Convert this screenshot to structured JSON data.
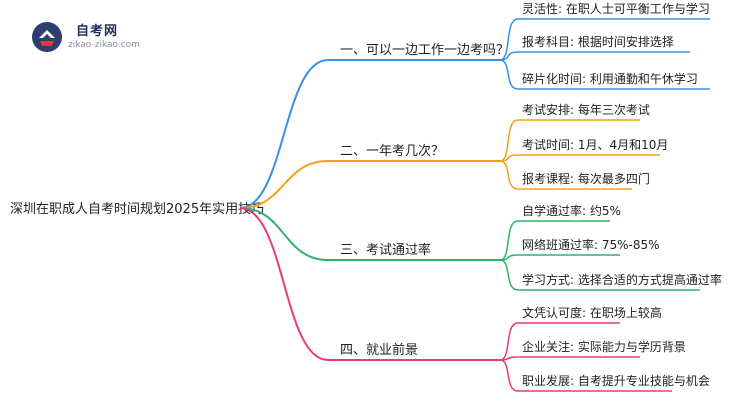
{
  "logo": {
    "name": "自考网",
    "domain": "zikao-zikao.com",
    "colors": {
      "mark_dark": "#2e3e6e",
      "mark_red": "#e03a3a",
      "text": "#1f2f5c",
      "sub": "#8a8f9c"
    }
  },
  "mindmap": {
    "root": "深圳在职成人自考时间规划2025年实用技巧",
    "root_color": "#222222",
    "text_color": "#222222",
    "branches": [
      {
        "label": "一、可以一边工作一边考吗？",
        "color": "#3b8fe0",
        "children": [
          "灵活性: 在职人士可平衡工作与学习",
          "报考科目: 根据时间安排选择",
          "碎片化时间: 利用通勤和午休学习"
        ]
      },
      {
        "label": "二、一年考几次？",
        "color": "#f0a21c",
        "children": [
          "考试安排: 每年三次考试",
          "考试时间: 1月、4月和10月",
          "报考课程: 每次最多四门"
        ]
      },
      {
        "label": "三、考试通过率",
        "color": "#2db36b",
        "children": [
          "自学通过率: 约5%",
          "网络班通过率: 75%-85%",
          "学习方式: 选择合适的方式提高通过率"
        ]
      },
      {
        "label": "四、就业前景",
        "color": "#e83a7a",
        "children": [
          "文凭认可度: 在职场上较高",
          "企业关注: 实际能力与学历背景",
          "职业发展: 自考提升专业技能与机会"
        ]
      }
    ]
  }
}
